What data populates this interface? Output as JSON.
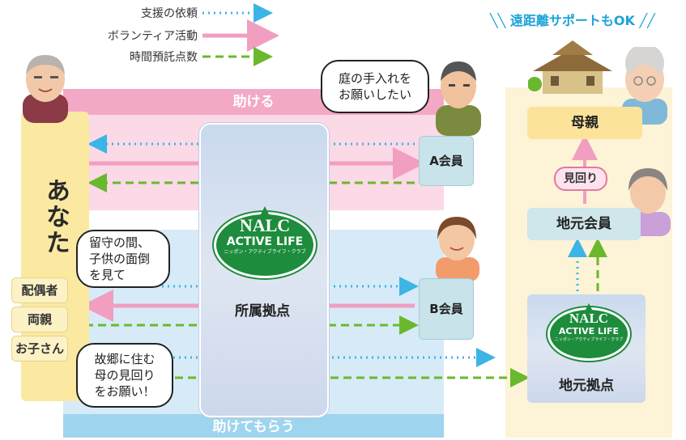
{
  "legend": {
    "items": [
      {
        "label": "支援の依頼",
        "style": "dotted",
        "color": "#3cb4e6"
      },
      {
        "label": "ボランティア活動",
        "style": "solid",
        "color": "#f19ec0"
      },
      {
        "label": "時間預託点数",
        "style": "dashed",
        "color": "#6ab82e"
      }
    ]
  },
  "remote_support": "遠距離サポートもOK",
  "bands": {
    "top_label": "助ける",
    "bottom_label": "助けてもらう"
  },
  "you": {
    "label": "あなた",
    "family": [
      "配偶者",
      "両親",
      "お子さん"
    ]
  },
  "bubbles": {
    "a_request": [
      "庭の手入れを",
      "お願いしたい"
    ],
    "child_care": [
      "留守の間、",
      "子供の面倒",
      "を見て"
    ],
    "hometown": [
      "故郷に住む",
      "母の見回り",
      "をお願い！"
    ]
  },
  "members": {
    "a": "A会員",
    "b": "B会員"
  },
  "center": {
    "logo_top": "NALC",
    "logo_mid": "ACTIVE LIFE",
    "logo_sub": "ニッポン・アクティブライフ・クラブ",
    "label": "所属拠点"
  },
  "right": {
    "mother": "母親",
    "patrol": "見回り",
    "local_member": "地元会員",
    "local_base": "地元拠点"
  },
  "colors": {
    "request": "#3cb4e6",
    "volunteer": "#f19ec0",
    "points": "#6ab82e",
    "help_band": "#f3a9c6",
    "receive_band": "#9fd4ee"
  }
}
